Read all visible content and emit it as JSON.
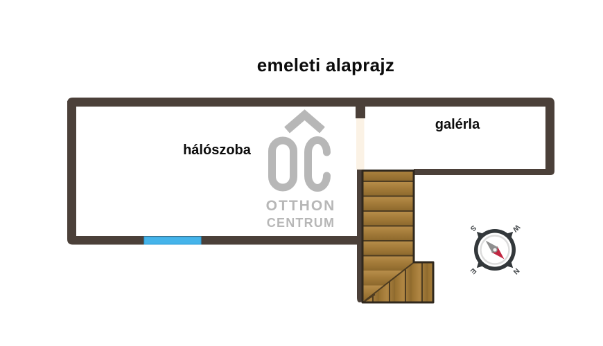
{
  "title": "emeleti alaprajz",
  "rooms": {
    "bedroom": "hálószoba",
    "gallery": "galérla"
  },
  "logo": {
    "monogram": "OC",
    "line1": "OTTHON",
    "line2": "CENTRUM"
  },
  "compass": {
    "north": "N",
    "south": "S",
    "east": "E",
    "west": "W"
  },
  "colors": {
    "wall": "#4b4039",
    "door_gap": "#fbf2e5",
    "window_blue": "#45b4ea",
    "wood": "#a57c3a",
    "wood_line": "#3f311d",
    "stairs_outline": "#30281d",
    "logo_gray": "#b7b7b7",
    "compass_ring": "#33383b",
    "needle_red": "#c12641",
    "needle_gray": "#8f8f8f",
    "title_text": "#0c0c0c"
  }
}
